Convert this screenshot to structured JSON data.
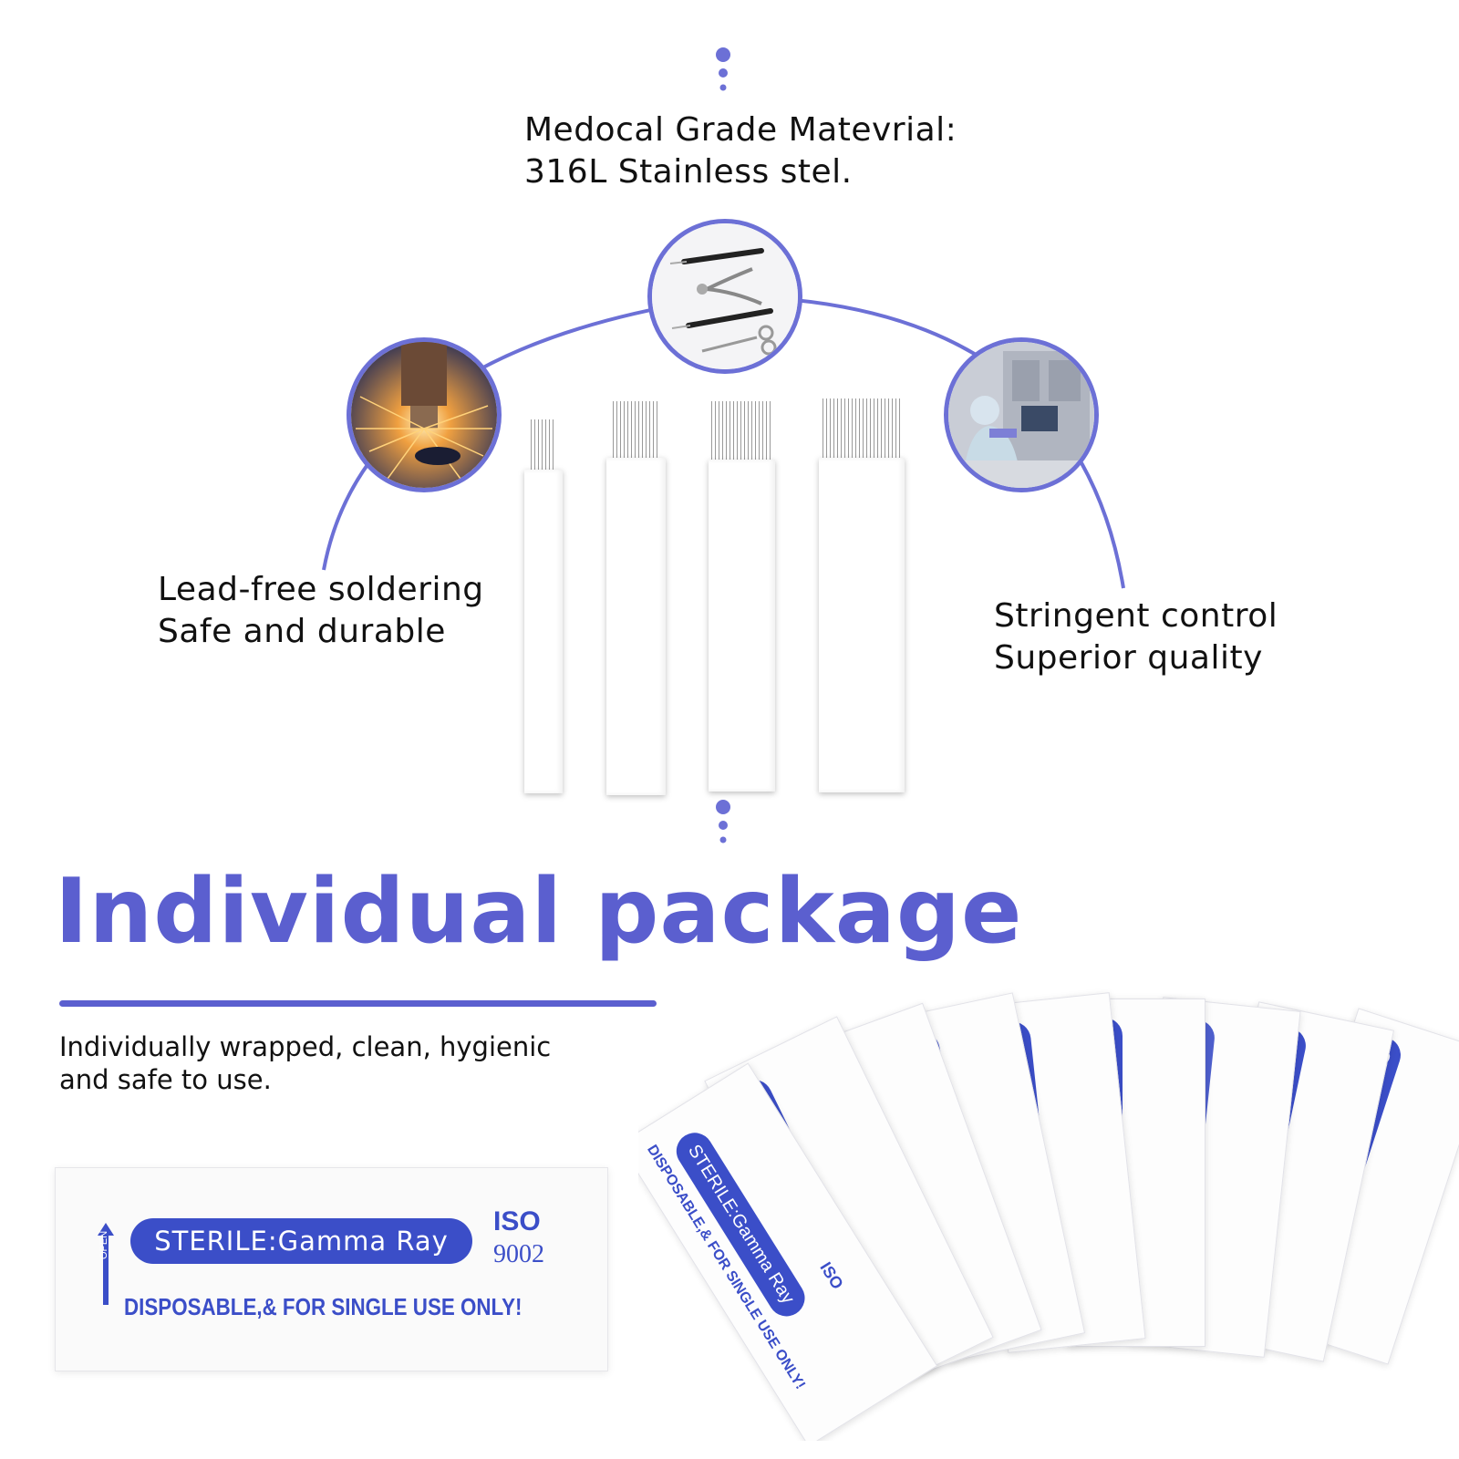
{
  "features": {
    "top": {
      "line1": "Medocal Grade Matevrial:",
      "line2": "316L Stainless stel."
    },
    "left": {
      "line1": "Lead-free soldering",
      "line2": "Safe and durable"
    },
    "right": {
      "line1": "Stringent control",
      "line2": "Superior quality"
    }
  },
  "headline": "Individual package",
  "subtext": {
    "line1": "Individually wrapped, clean, hygienic",
    "line2": "and safe to use."
  },
  "package": {
    "sterile_label": "STERILE:Gamma Ray",
    "iso_label": "ISO",
    "iso_number": "9002",
    "disposable_label": "DISPOSABLE,& FOR SINGLE USE ONLY!",
    "open_label": "OPEN"
  },
  "colors": {
    "accent": "#5b5fcf",
    "package_blue": "#3b4ec8",
    "arc": "#6c70d6"
  },
  "icons": {
    "circle_top": "medical-tools-icon",
    "circle_left": "welding-sparks-icon",
    "circle_right": "lab-technician-icon"
  }
}
